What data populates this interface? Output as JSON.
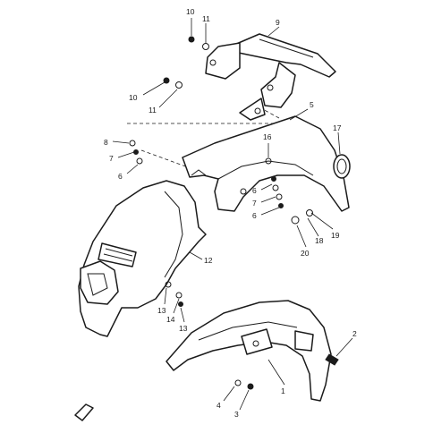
{
  "callouts": [
    {
      "id": "c10a",
      "text": "10"
    },
    {
      "id": "c11a",
      "text": "11"
    },
    {
      "id": "c9",
      "text": "9"
    },
    {
      "id": "c10b",
      "text": "10"
    },
    {
      "id": "c11b",
      "text": "11"
    },
    {
      "id": "c5",
      "text": "5"
    },
    {
      "id": "c8",
      "text": "8"
    },
    {
      "id": "c7",
      "text": "7"
    },
    {
      "id": "c6a",
      "text": "6"
    },
    {
      "id": "c16",
      "text": "16"
    },
    {
      "id": "c17",
      "text": "17"
    },
    {
      "id": "c6b",
      "text": "6"
    },
    {
      "id": "c7b",
      "text": "7"
    },
    {
      "id": "c6c",
      "text": "6"
    },
    {
      "id": "c18",
      "text": "18"
    },
    {
      "id": "c19",
      "text": "19"
    },
    {
      "id": "c20",
      "text": "20"
    },
    {
      "id": "c12",
      "text": "12"
    },
    {
      "id": "c13a",
      "text": "13"
    },
    {
      "id": "c14",
      "text": "14"
    },
    {
      "id": "c13b",
      "text": "13"
    },
    {
      "id": "c2",
      "text": "2"
    },
    {
      "id": "c1",
      "text": "1"
    },
    {
      "id": "c4",
      "text": "4"
    },
    {
      "id": "c3",
      "text": "3"
    }
  ]
}
